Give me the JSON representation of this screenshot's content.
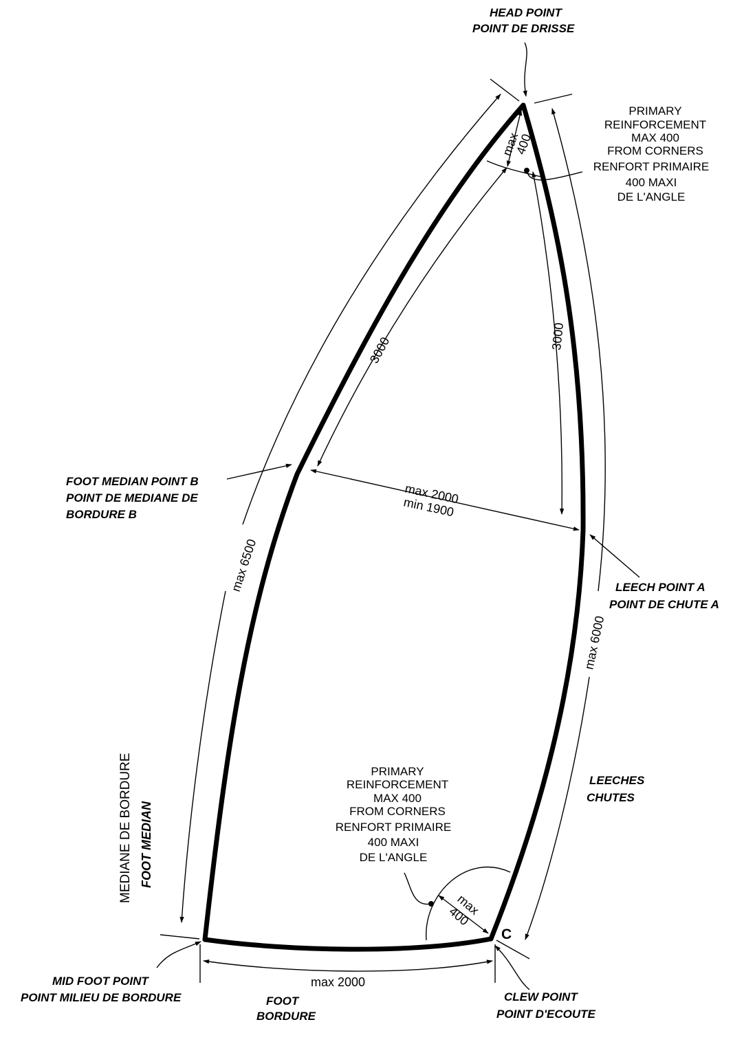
{
  "labels": {
    "head_point": [
      "HEAD  POINT",
      "POINT DE DRISSE"
    ],
    "reinf_top": [
      "PRIMARY",
      "REINFORCEMENT",
      "MAX    400",
      "FROM    CORNERS",
      "RENFORT PRIMAIRE",
      "400 MAXI",
      "DE L'ANGLE"
    ],
    "reinf_bottom": [
      "PRIMARY",
      "REINFORCEMENT",
      "MAX    400",
      "FROM    CORNERS",
      "RENFORT PRIMAIRE",
      "400 MAXI",
      "DE L'ANGLE"
    ],
    "foot_median_point": [
      "FOOT MEDIAN POINT B",
      "POINT DE MEDIANE DE",
      "BORDURE B"
    ],
    "leech_point": [
      "LEECH POINT A",
      "POINT DE CHUTE A"
    ],
    "leeches": [
      "LEECHES",
      "CHUTES"
    ],
    "foot_median_vertical": [
      "MEDIANE DE BORDURE",
      "FOOT  MEDIAN"
    ],
    "mid_foot_point": [
      "MID  FOOT  POINT",
      "POINT MILIEU DE BORDURE"
    ],
    "foot": [
      "FOOT",
      "BORDURE"
    ],
    "clew_point": [
      "CLEW  POINT",
      "POINT D'ECOUTE"
    ],
    "clew_letter": "C"
  },
  "dimensions": {
    "luff_max": "max   6500",
    "leech_max": "max   6000",
    "luff_3000": "3000",
    "leech_3000": "3000",
    "width_max": "max    2000",
    "width_min": "min    1900",
    "foot_max": "max    2000",
    "corner_top_max": "max",
    "corner_top_val": "400",
    "corner_bottom_max": "max",
    "corner_bottom_val": "400"
  }
}
